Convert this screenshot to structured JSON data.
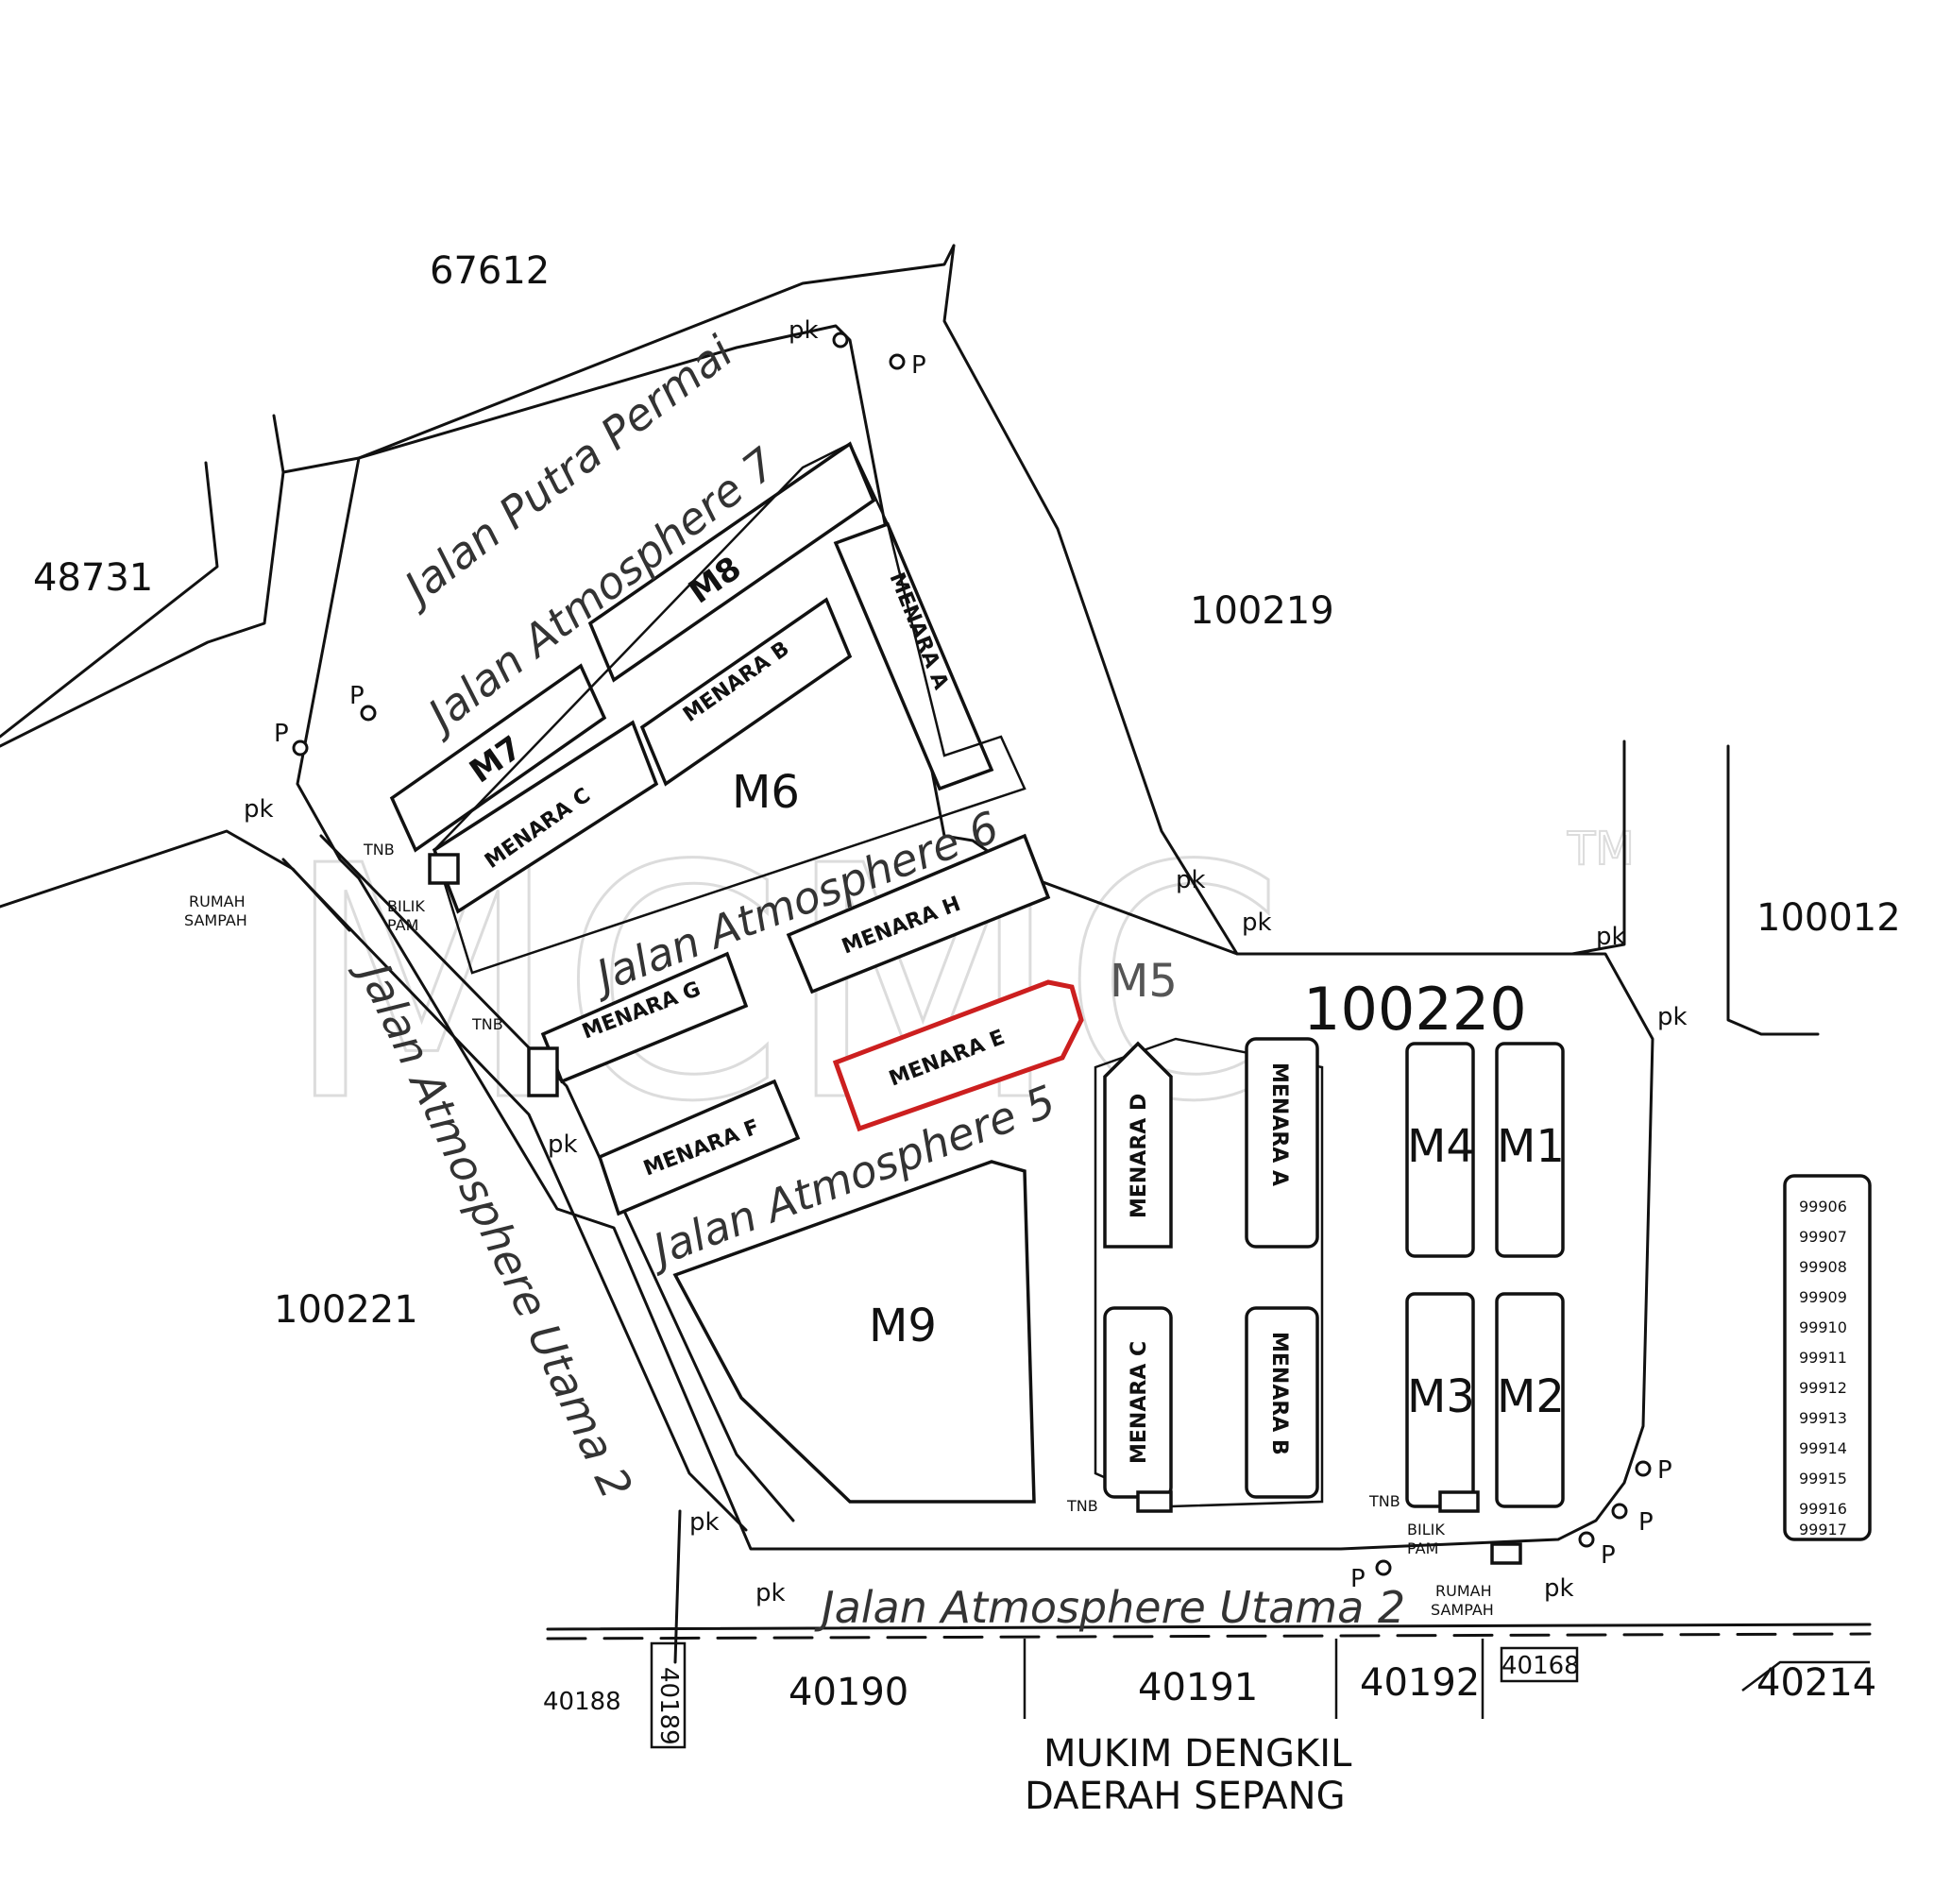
{
  "map": {
    "roads": [
      "Jalan Putra Permai",
      "Jalan Atmosphere 7",
      "Jalan Atmosphere 6",
      "Jalan Atmosphere 5",
      "Jalan Atmosphere Utama 2",
      "Jalan Atmosphere Utama 2"
    ],
    "lots": {
      "l67612": "67612",
      "l48731": "48731",
      "l100219": "100219",
      "l100012": "100012",
      "l100220": "100220",
      "l100221": "100221",
      "l40188": "40188",
      "l40189": "40189",
      "l40190": "40190",
      "l40191": "40191",
      "l40192": "40192",
      "l40168": "40168",
      "l40214": "40214"
    },
    "blocks": {
      "m1": "M1",
      "m2": "M2",
      "m3": "M3",
      "m4": "M4",
      "m5": "M5",
      "m6": "M6",
      "m7": "M7",
      "m8": "M8",
      "m9": "M9"
    },
    "towers": {
      "a_top": "MENARA A",
      "b_top": "MENARA B",
      "c_top": "MENARA C",
      "h": "MENARA H",
      "g": "MENARA G",
      "e": "MENARA E",
      "f": "MENARA F",
      "d": "MENARA D",
      "a_bottom": "MENARA A",
      "c_bottom": "MENARA C",
      "b_bottom": "MENARA B"
    },
    "small_labels": {
      "pk": "pk",
      "p": "P",
      "tnb": "TNB",
      "rumah": "RUMAH",
      "sampah": "SAMPAH",
      "bilik": "BILIK",
      "pam": "PAM"
    },
    "side_lots": [
      "99906",
      "99907",
      "99908",
      "99909",
      "99910",
      "99911",
      "99912",
      "99913",
      "99914",
      "99915",
      "99916",
      "99917"
    ],
    "mukim": "MUKIM DENGKIL",
    "daerah": "DAERAH SEPANG",
    "watermark": "MCMC",
    "tm": "TM",
    "highlight_color": "#cc1f1f"
  }
}
